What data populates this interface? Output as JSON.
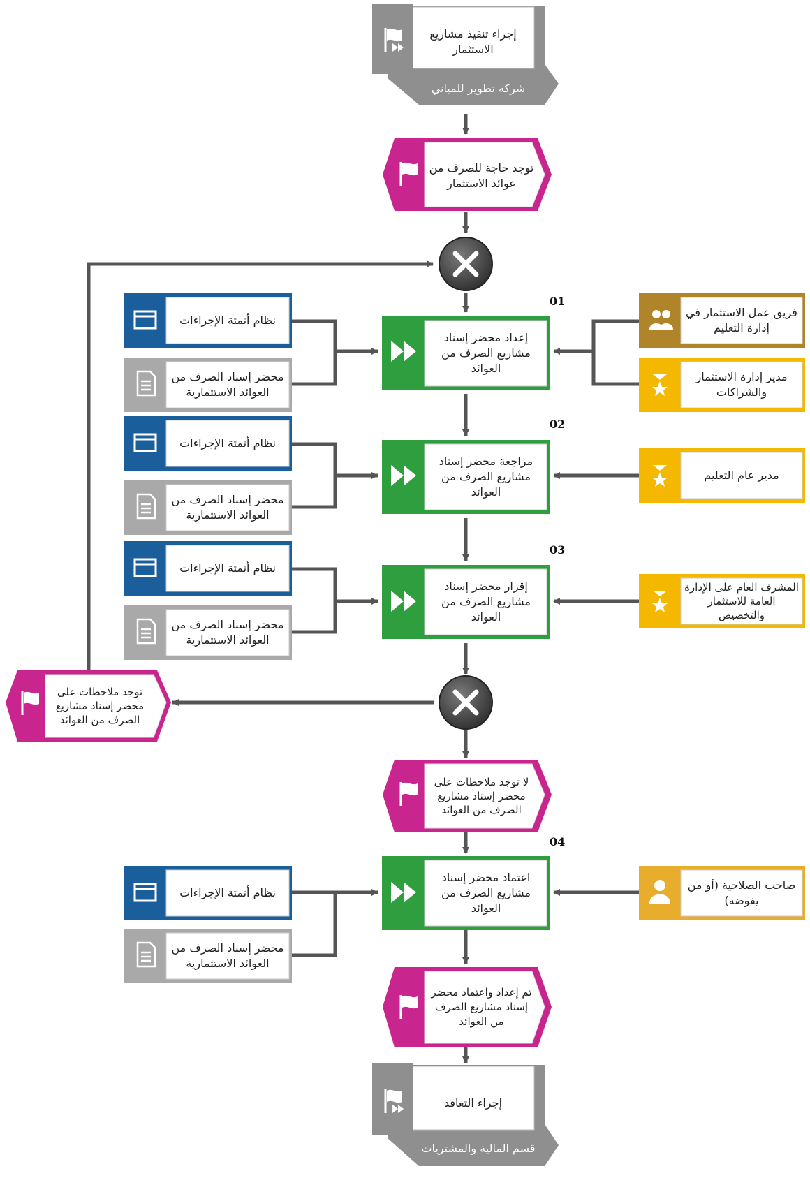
{
  "process_interfaces": {
    "start": {
      "title": "إجراء تنفيذ مشاريع الاستثمار",
      "owner": "شركة تطوير للمباني"
    },
    "end": {
      "title": "إجراء التعاقد",
      "owner": "قسم المالية والمشتريات"
    }
  },
  "events": {
    "need": "توجد حاجة للصرف من عوائد الاستثمار",
    "has_notes": "توجد ملاحظات على محضر إسناد مشاريع الصرف من العوائد",
    "no_notes": "لا توجد ملاحظات على محضر إسناد مشاريع الصرف من العوائد",
    "done": "تم إعداد واعتماد محضر إسناد مشاريع الصرف من العوائد"
  },
  "steps": [
    {
      "number": "01",
      "label": "إعداد محضر إسناد مشاريع الصرف من العوائد"
    },
    {
      "number": "02",
      "label": "مراجعة محضر إسناد مشاريع الصرف من العوائد"
    },
    {
      "number": "03",
      "label": "إقرار محضر إسناد مشاريع الصرف من العوائد"
    },
    {
      "number": "04",
      "label": "اعتماد محضر إسناد مشاريع الصرف من العوائد"
    }
  ],
  "systems": {
    "automation": "نظام أتمتة الإجراءات",
    "document": "محضر إسناد الصرف من العوائد الاستثمارية"
  },
  "roles": {
    "team": "فريق عمل الاستثمار في إدارة التعليم",
    "manager": "مدير إدارة الاستثمار والشراكات",
    "gm": "مدير عام التعليم",
    "supervisor": "المشرف العام على الإدارة العامة للاستثمار والتخصيص",
    "authority": "صاحب الصلاحية (أو من يفوضه)"
  },
  "colors": {
    "interface_gray": "#8f8f8f",
    "event_magenta": "#c8268e",
    "function_green": "#2f9e3f",
    "system_blue": "#1a5f9c",
    "document_gray": "#a9a9a9",
    "role_gold": "#f5b800",
    "group_brown": "#b08428",
    "gateway_dark": "#4a4a4a",
    "connector": "#555555"
  },
  "icons": {
    "interface": "flag-forward-icon",
    "event": "flag-icon",
    "function": "fast-forward-icon",
    "system": "window-icon",
    "document": "document-icon",
    "role": "star-person-icon",
    "group": "group-icon",
    "person": "person-icon",
    "gateway": "xor-icon"
  }
}
